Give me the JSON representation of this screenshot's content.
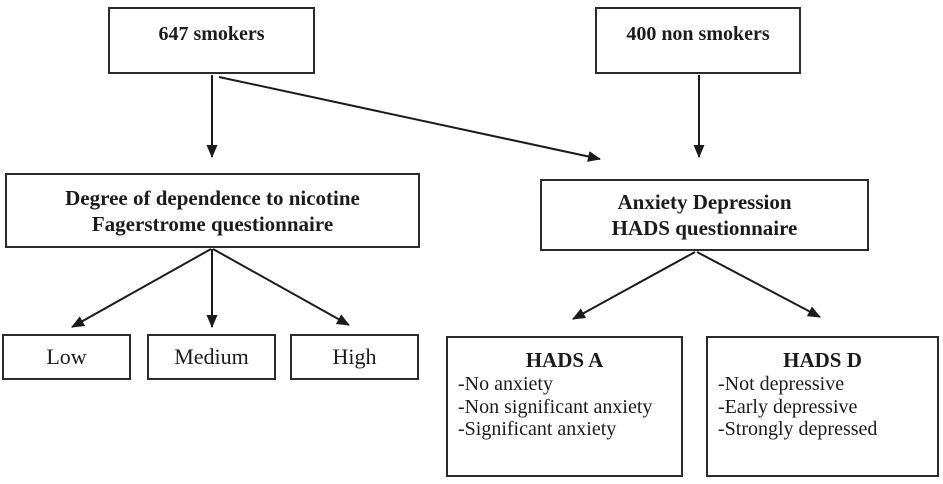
{
  "diagram": {
    "background_color": "#ffffff",
    "line_color": "#1b1b1b",
    "box_border_color": "#2b2b2b",
    "nodes": {
      "smokers": {
        "label": "647 smokers"
      },
      "non_smokers": {
        "label": "400 non smokers"
      },
      "dependence": {
        "line1": "Degree of dependence to nicotine",
        "line2": "Fagerstrome questionnaire"
      },
      "hads": {
        "line1": "Anxiety Depression",
        "line2": "HADS questionnaire"
      },
      "low": {
        "label": "Low"
      },
      "medium": {
        "label": "Medium"
      },
      "high": {
        "label": "High"
      },
      "hads_a": {
        "title": "HADS A",
        "items": [
          "-No anxiety",
          "-Non significant anxiety",
          "-Significant anxiety"
        ]
      },
      "hads_d": {
        "title": "HADS D",
        "items": [
          "-Not depressive",
          "-Early depressive",
          "-Strongly depressed"
        ]
      }
    },
    "edges": [
      {
        "from": "smokers",
        "to": "dependence"
      },
      {
        "from": "smokers",
        "to": "hads"
      },
      {
        "from": "non_smokers",
        "to": "hads"
      },
      {
        "from": "dependence",
        "to": "low"
      },
      {
        "from": "dependence",
        "to": "medium"
      },
      {
        "from": "dependence",
        "to": "high"
      },
      {
        "from": "hads",
        "to": "hads_a"
      },
      {
        "from": "hads",
        "to": "hads_d"
      }
    ]
  }
}
